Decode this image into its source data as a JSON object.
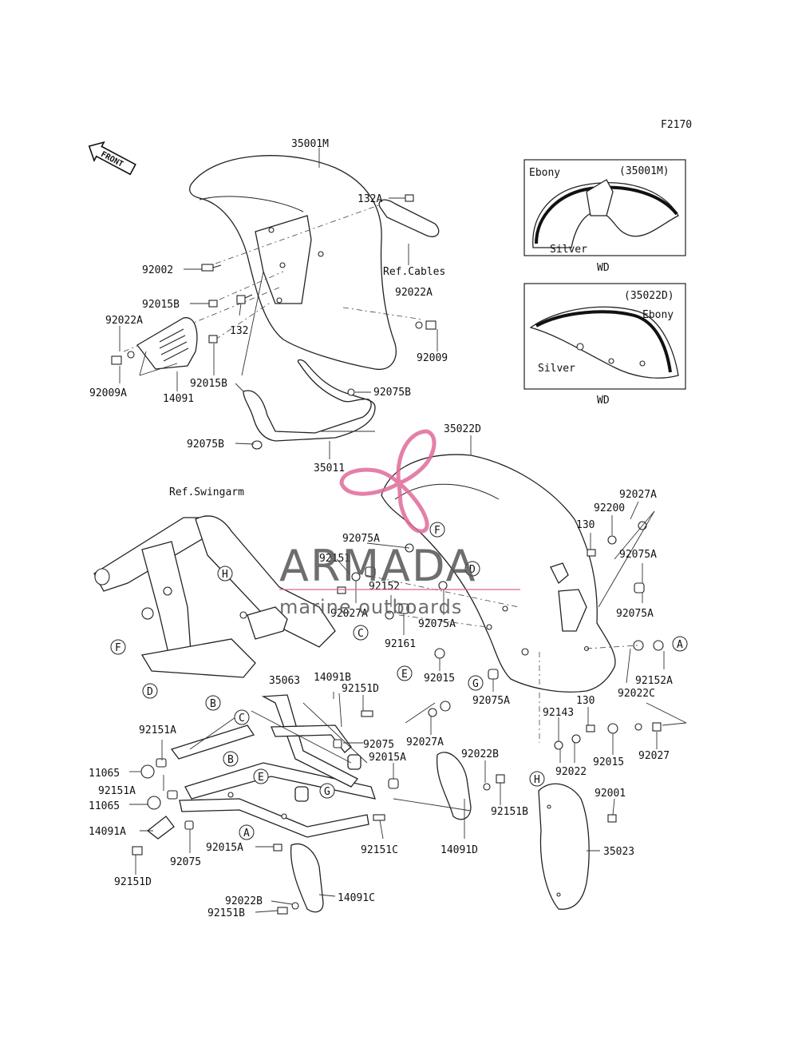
{
  "figure_code": "F2170",
  "front_arrow": "FRONT",
  "parts": {
    "p35001M": "35001M",
    "p132A": "132A",
    "refCables": "Ref.Cables",
    "p92022A_top": "92022A",
    "p92002": "92002",
    "p92015B_a": "92015B",
    "p132": "132",
    "p92022A_left": "92022A",
    "p92009": "92009",
    "p92009A": "92009A",
    "p14091": "14091",
    "p92015B_b": "92015B",
    "p92075B_a": "92075B",
    "p92075B_b": "92075B",
    "p35011": "35011",
    "p35022D": "35022D",
    "refSwingarm": "Ref.Swingarm",
    "p92027A_a": "92027A",
    "p92200": "92200",
    "p130_a": "130",
    "p92075A_a": "92075A",
    "p92075A_b": "92075A",
    "p92151": "92151",
    "p92152": "92152",
    "p92027A_b": "92027A",
    "p92161": "92161",
    "p92075A_c": "92075A",
    "p92075A_d": "92075A",
    "p92152A": "92152A",
    "p92015_a": "92015",
    "p92075A_e": "92075A",
    "p92022C": "92022C",
    "p35063": "35063",
    "p14091B": "14091B",
    "p92151D_a": "92151D",
    "p92143": "92143",
    "p130_b": "130",
    "p92151A_a": "92151A",
    "p92075_a": "92075",
    "p92027A_c": "92027A",
    "p92015_b": "92015",
    "p92027": "92027",
    "p92022": "92022",
    "p11065_a": "11065",
    "p92015A_a": "92015A",
    "p92022B_a": "92022B",
    "p92151A_b": "92151A",
    "p11065_b": "11065",
    "p92001": "92001",
    "p92151B_a": "92151B",
    "p14091A": "14091A",
    "p92015A_b": "92015A",
    "p92151C": "92151C",
    "p14091D": "14091D",
    "p35023": "35023",
    "p92075_b": "92075",
    "p92151D_b": "92151D",
    "p92022B_b": "92022B",
    "p14091C": "14091C",
    "p92151B_b": "92151B"
  },
  "callouts": [
    "A",
    "B",
    "C",
    "D",
    "E",
    "F",
    "G",
    "H"
  ],
  "insets": {
    "front": {
      "ebony": "Ebony",
      "silver": "Silver",
      "part": "(35001M)",
      "caption": "WD"
    },
    "rear": {
      "ebony": "Ebony",
      "silver": "Silver",
      "part": "(35022D)",
      "caption": "WD"
    }
  },
  "watermark": {
    "name": "ARMADA",
    "tagline": "marine outboards",
    "color": "#e06a9a",
    "text_color": "#555555"
  }
}
